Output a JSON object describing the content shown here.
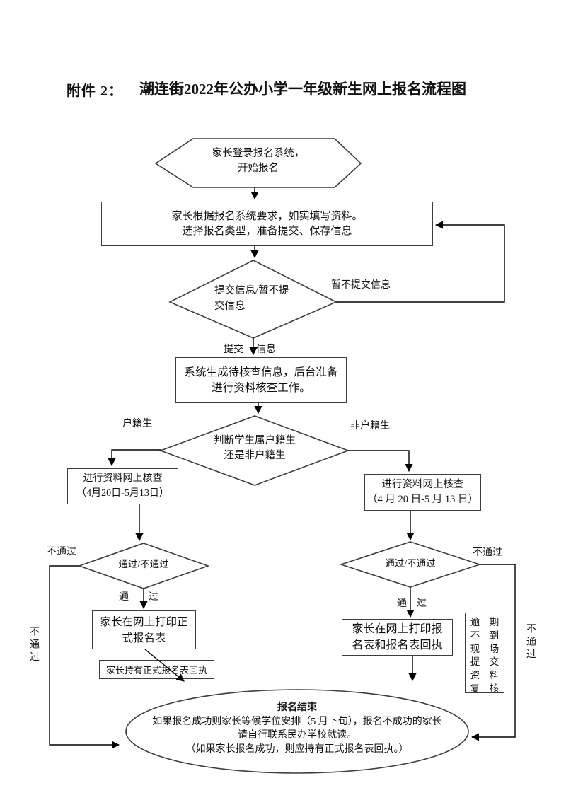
{
  "page": {
    "attachment_label": "附件 2：",
    "title": "潮连街2022年公办小学一年级新生网上报名流程图"
  },
  "flowchart": {
    "start_hexagon": {
      "line1": "家长登录报名系统，",
      "line2": "开始报名"
    },
    "fill_info_box": {
      "line1": "家长根据报名系统要求，如实填写资料。",
      "line2": "选择报名类型，准备提交、保存信息"
    },
    "submit_decision": {
      "line1": "提交信息/暂不提",
      "line2": "交信息"
    },
    "not_submit_label": "暂不提交信息",
    "submit_label_left": "提交",
    "submit_label_right": "信息",
    "generate_box": {
      "line1": "系统生成待核查信息，后台准备",
      "line2": "进行资料核查工作。"
    },
    "household_decision": {
      "line1": "判断学生属户籍生",
      "line2": "还是非户籍生"
    },
    "household_label": "户籍生",
    "non_household_label": "非户籍生",
    "left_check_box": {
      "line1": "进行资料网上核查",
      "line2": "（4月20日-5月13日）"
    },
    "right_check_box": {
      "line1": "进行资料网上核查",
      "line2": "（4 月 20 日-5 月 13 日）"
    },
    "left_pass_decision": "通过/不通过",
    "right_pass_decision": "通过/不通过",
    "left_fail_label": "不通过",
    "right_fail_label": "不通过",
    "left_pass_label": "通　　过",
    "right_pass_label": "通　过",
    "left_fail_vertical": "不通过",
    "right_fail_vertical": "不通过",
    "left_print_box": {
      "line1": "家长在网上打印正",
      "line2": "式报名表"
    },
    "receipt_box_label": "家长持有正式报名表回执",
    "right_print_box": {
      "line1": "家长在网上打印报",
      "line2": "名表和报名表回执"
    },
    "overdue_box_lines": [
      "逾　期",
      "不　到",
      "现　场",
      "提　交",
      "资　料",
      "复　核"
    ],
    "end_terminator": {
      "title": "报名结束",
      "line1": "如果报名成功则家长等候学位安排（5 月下旬），报名不成功的家长",
      "line2": "请自行联系民办学校就读。",
      "line3": "（如果家长报名成功，则应持有正式报名表回执。）"
    }
  }
}
